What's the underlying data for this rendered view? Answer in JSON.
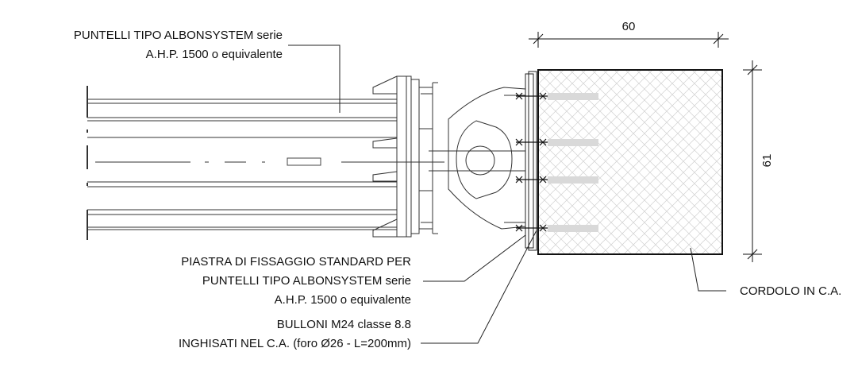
{
  "dimensions": {
    "width": "60",
    "height": "61"
  },
  "labels": {
    "struts": {
      "line1": "PUNTELLI TIPO ALBONSYSTEM serie",
      "line2": "A.H.P. 1500 o equivalente"
    },
    "plate": {
      "line1": "PIASTRA DI FISSAGGIO STANDARD PER",
      "line2": "PUNTELLI TIPO ALBONSYSTEM serie",
      "line3": "A.H.P. 1500 o equivalente"
    },
    "bolts": {
      "line1": "BULLONI M24 classe 8.8",
      "line2": "INGHISATI NEL C.A. (foro Ø26 - L=200mm)"
    },
    "curb": {
      "line1": "CORDOLO IN C.A."
    }
  }
}
